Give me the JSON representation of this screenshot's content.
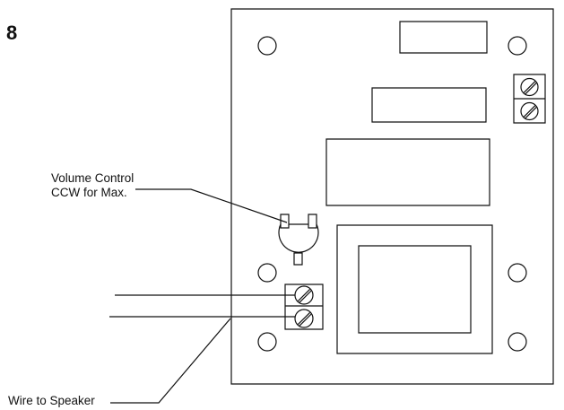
{
  "figure": {
    "step_number": "8",
    "labels": {
      "volume_control_line1": "Volume Control",
      "volume_control_line2": "CCW for Max.",
      "wire_to_speaker": "Wire to Speaker"
    }
  }
}
